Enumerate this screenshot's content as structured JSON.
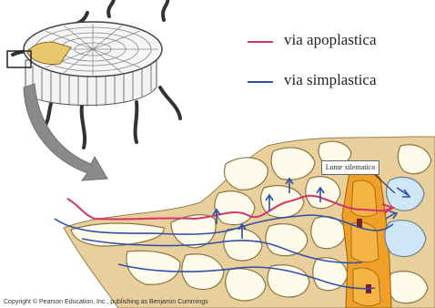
{
  "legend": {
    "apoplastic": {
      "label": "via apoplastica",
      "color": "#d6336c"
    },
    "symplastic": {
      "label": "via simplastica",
      "color": "#2f4fa8"
    }
  },
  "callout": {
    "label": "Lume xilematico"
  },
  "copyright": "Copyright © Pearson Education, Inc., publishing as Benjamin Cummings",
  "colors": {
    "cell_wall": "#e8cf9c",
    "cell_fill": "#fffbea",
    "xylem": "#f0a029",
    "vessel_fill": "#cfe6f7",
    "arrow": "#8a8a8a"
  }
}
